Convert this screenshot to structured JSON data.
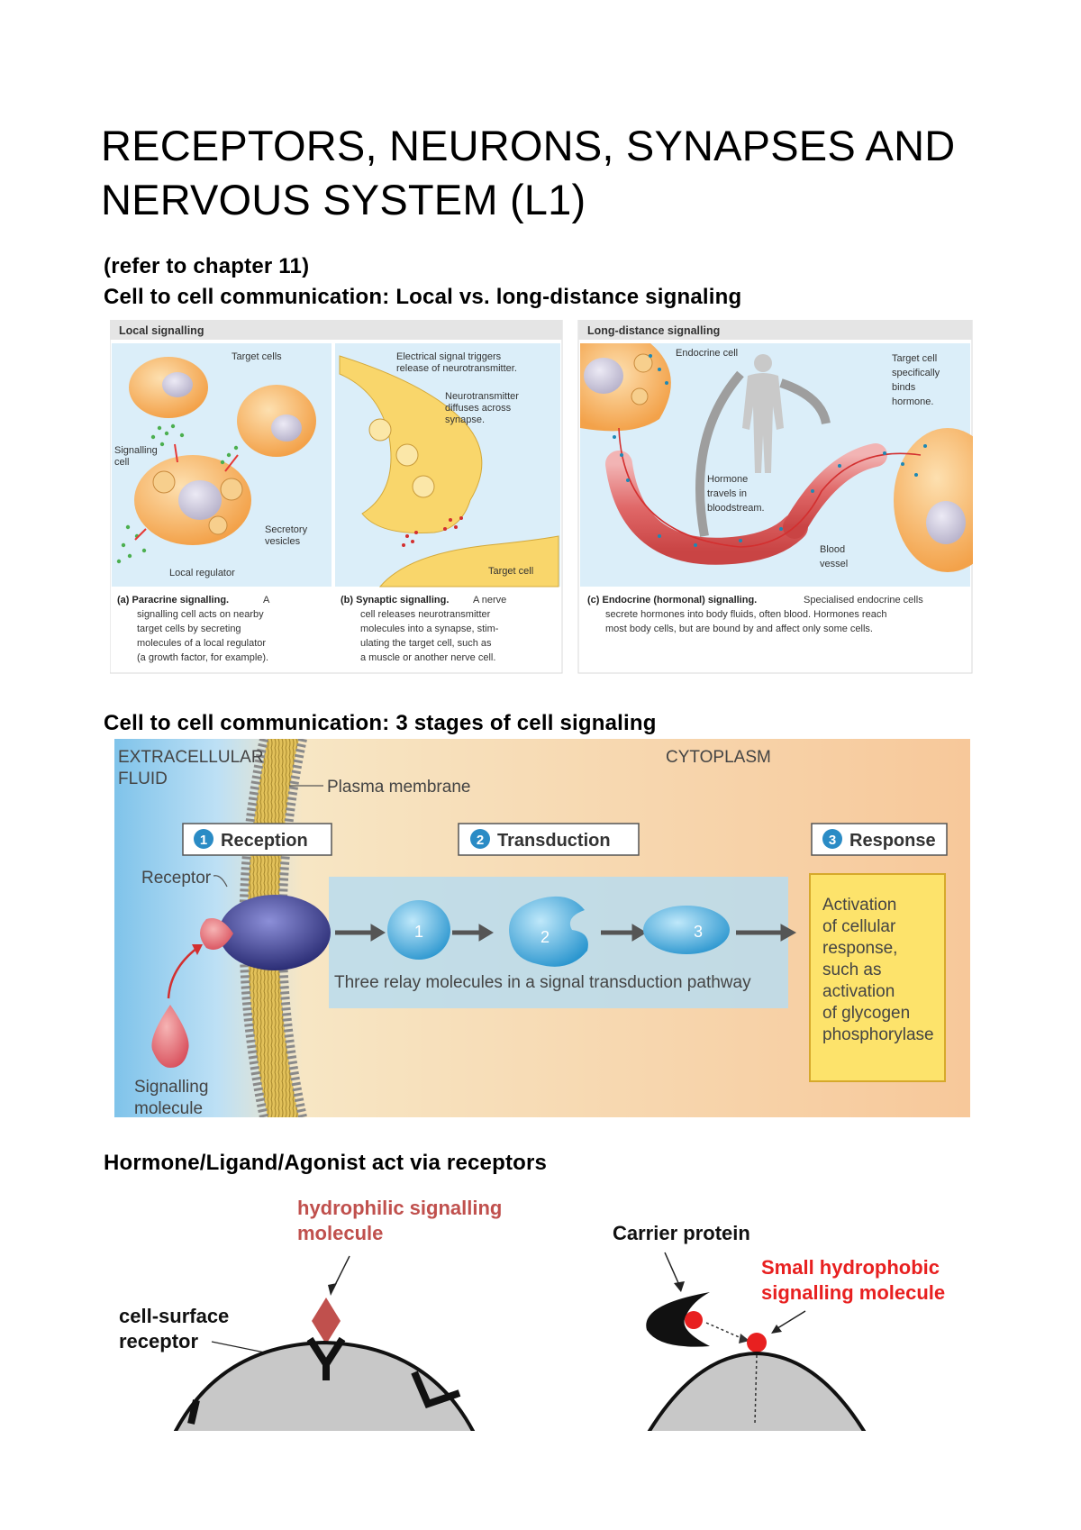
{
  "document": {
    "title_line1": "RECEPTORS, NEURONS, SYNAPSES AND",
    "title_line2": "NERVOUS SYSTEM (L1)",
    "refer": "(refer to chapter 11)",
    "section1_heading": "Cell to cell communication: Local vs. long-distance signaling",
    "section2_heading": "Cell to cell communication: 3 stages of cell signaling",
    "section3_heading": "Hormone/Ligand/Agonist act via receptors"
  },
  "figure1": {
    "local_header": "Local signalling",
    "long_header": "Long-distance signalling",
    "a": {
      "target_cells": "Target cells",
      "signalling_cell_1": "Signalling",
      "signalling_cell_2": "cell",
      "secretory_1": "Secretory",
      "secretory_2": "vesicles",
      "local_regulator": "Local regulator",
      "cap_bold": "(a) Paracrine signalling.",
      "cap_1": "A",
      "cap_2": "signalling cell acts on nearby",
      "cap_3": "target cells by secreting",
      "cap_4": "molecules of a local regulator",
      "cap_5": "(a growth factor, for example)."
    },
    "b": {
      "electrical_1": "Electrical signal triggers",
      "electrical_2": "release of neurotransmitter.",
      "neuro_1": "Neurotransmitter",
      "neuro_2": "diffuses across",
      "neuro_3": "synapse.",
      "target_cell": "Target cell",
      "cap_bold": "(b) Synaptic signalling.",
      "cap_1": "A nerve",
      "cap_2": "cell releases neurotransmitter",
      "cap_3": "molecules into a synapse, stim-",
      "cap_4": "ulating the target cell, such as",
      "cap_5": "a muscle or another nerve cell."
    },
    "c": {
      "endocrine_cell": "Endocrine cell",
      "target_1": "Target cell",
      "target_2": "specifically",
      "target_3": "binds",
      "target_4": "hormone.",
      "hormone_1": "Hormone",
      "hormone_2": "travels in",
      "hormone_3": "bloodstream.",
      "blood_1": "Blood",
      "blood_2": "vessel",
      "cap_bold": "(c) Endocrine (hormonal) signalling.",
      "cap_1": "Specialised endocrine cells",
      "cap_2": "secrete hormones into body fluids, often blood. Hormones reach",
      "cap_3": "most body cells, but are bound by and affect only some cells."
    }
  },
  "figure2": {
    "extracellular_1": "EXTRACELLULAR",
    "extracellular_2": "FLUID",
    "cytoplasm": "CYTOPLASM",
    "plasma_membrane": "Plasma membrane",
    "stage1_num": "1",
    "stage1": "Reception",
    "stage2_num": "2",
    "stage2": "Transduction",
    "stage3_num": "3",
    "stage3": "Response",
    "receptor": "Receptor",
    "relay_1": "1",
    "relay_2": "2",
    "relay_3": "3",
    "relay_caption": "Three relay molecules in a signal transduction pathway",
    "response_lines": [
      "Activation",
      "of cellular",
      "response,",
      "such as",
      "activation",
      "of glycogen",
      "phosphorylase"
    ],
    "signalling_1": "Signalling",
    "signalling_2": "molecule"
  },
  "figure3": {
    "hydrophilic_1": "hydrophilic signalling",
    "hydrophilic_2": "molecule",
    "cell_surface_1": "cell-surface",
    "cell_surface_2": "receptor",
    "carrier": "Carrier protein",
    "small_1": "Small hydrophobic",
    "small_2": "signalling molecule"
  },
  "colors": {
    "local_bg": "#dbeef9",
    "cell_orange": "#f7b05a",
    "synapse_yellow": "#f9d66b",
    "reception_blue": "#2a8bc5",
    "response_yellow": "#fde36b",
    "accent_red": "#d05a6a",
    "hydrophobic_red": "#e82020"
  }
}
